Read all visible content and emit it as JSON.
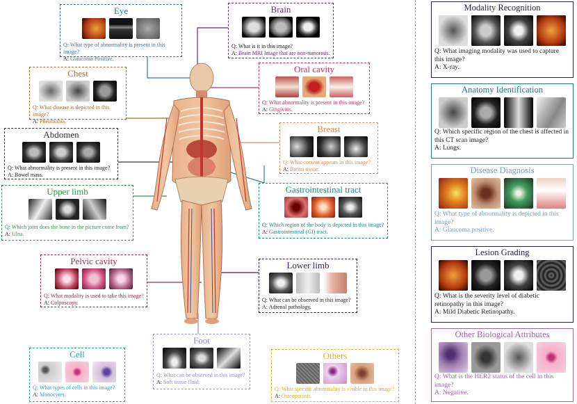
{
  "colors": {
    "eye": "#3a6fb0",
    "brain": "#6a2a7a",
    "chest": "#b0692a",
    "oral": "#c0306a",
    "abdomen": "#333333",
    "breast": "#e08a50",
    "upper_limb": "#2a9a4a",
    "gi": "#1a8a8a",
    "pelvic": "#a02a4a",
    "lower_limb": "#3a1a5a",
    "foot": "#9a8ad0",
    "cell": "#18a8c8",
    "others": "#e0b020",
    "modality": "#222244",
    "anatomy": "#1a7a7a",
    "disease": "#7a9ac8",
    "lesion": "#222244",
    "other_bio": "#a060b0"
  },
  "cards": {
    "eye": {
      "title": "Eye",
      "q": "Q: What type of abnormality is present in this image?",
      "a_prefix": "A: ",
      "a": "Glaucoma Positive."
    },
    "brain": {
      "title": "Brain",
      "q": "Q: What is it in this image?",
      "a_prefix": "A: ",
      "a": "Brain MRI Image that are non-tumorous."
    },
    "chest": {
      "title": "Chest",
      "q": "Q: What disease is depicted in this image?",
      "a_prefix": "A: ",
      "a": "Pneumonia."
    },
    "oral": {
      "title": "Oral cavity",
      "q": "Q: What abnormality is present in this image?",
      "a_prefix": "A: ",
      "a": "Gingivitis."
    },
    "abdomen": {
      "title": "Abdomen",
      "q": "Q: What abnormality is present in this image?",
      "a_prefix": "A: ",
      "a": "Bowel mass."
    },
    "breast": {
      "title": "Breast",
      "q": "Q: What content appears in this image?",
      "a_prefix": "A: ",
      "a": "Breast tissue."
    },
    "upper_limb": {
      "title": "Upper limb",
      "q": "Q: Which joint does the bone in the picture come from?",
      "a_prefix": "A: ",
      "a": "Ulna."
    },
    "gi": {
      "title": "Gastrointestinal tract",
      "q": "Q: Which region of the body is depicted in this image?",
      "a_prefix": "A: ",
      "a": "Gastrointestinal (GI) tract."
    },
    "pelvic": {
      "title": "Pelvic cavity",
      "q": "Q: What modality is used to take this image?",
      "a_prefix": "A: ",
      "a": "Colposcopy."
    },
    "lower_limb": {
      "title": "Lower limb",
      "q": "Q: What can be observed in this image?",
      "a_prefix": "A: ",
      "a": "Adrenal pathology."
    },
    "foot": {
      "title": "Foot",
      "q": "Q: What can be observed in this image?",
      "a_prefix": "A: ",
      "a": "Soft tissue fluid."
    },
    "cell": {
      "title": "Cell",
      "q": "Q: What types of cells in this image?",
      "a_prefix": "A: ",
      "a": "Monocytes."
    },
    "others": {
      "title": "Others",
      "q": "Q: What specific abnormality is visible in this image?",
      "a_prefix": "A: ",
      "a": "Osteoporosis."
    }
  },
  "right": {
    "modality": {
      "title": "Modality Recognition",
      "q": "Q: What imaging modality was used to capture this image?",
      "a": "A: X-ray."
    },
    "anatomy": {
      "title": "Anatomy Identification",
      "q": "Q: Which specific region of the chest is affected in this CT scan image?",
      "a": "A: Lungs."
    },
    "disease": {
      "title": "Disease Diagnosis",
      "q": "Q: What type of abnormality is depicted in this image?",
      "a": "A: Glaucoma positive."
    },
    "lesion": {
      "title": "Lesion Grading",
      "q": "Q: What is the severity level of diabetic retinopathy in this image?",
      "a": "A: Mild Diabetic Retinopathy."
    },
    "other_bio": {
      "title": "Other Biological Attributes",
      "q": "Q: What is the HER2 status of the cell in this image?",
      "a": "A: Negative."
    }
  }
}
